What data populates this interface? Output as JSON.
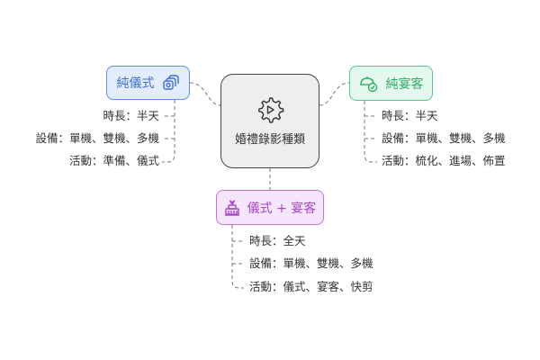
{
  "center": {
    "title": "婚禮錄影種類",
    "icon": "gear-play-icon"
  },
  "branches": [
    {
      "label": "純儀式",
      "icon": "camera-stack-icon",
      "color": "#5b8def",
      "items": [
        "時長：半天",
        "設備：單機、雙機、多機",
        "活動：準備、儀式"
      ]
    },
    {
      "label": "純宴客",
      "icon": "cloche-check-icon",
      "color": "#4fcf8b",
      "items": [
        "時長：半天",
        "設備：單機、雙機、多機",
        "活動：梳化、進場、佈置"
      ]
    },
    {
      "label": "儀式 + 宴客",
      "icon": "wedding-cake-icon",
      "color": "#c470dd",
      "items": [
        "時長：全天",
        "設備：單機、雙機、多機",
        "活動：儀式、宴客、快剪"
      ]
    }
  ]
}
